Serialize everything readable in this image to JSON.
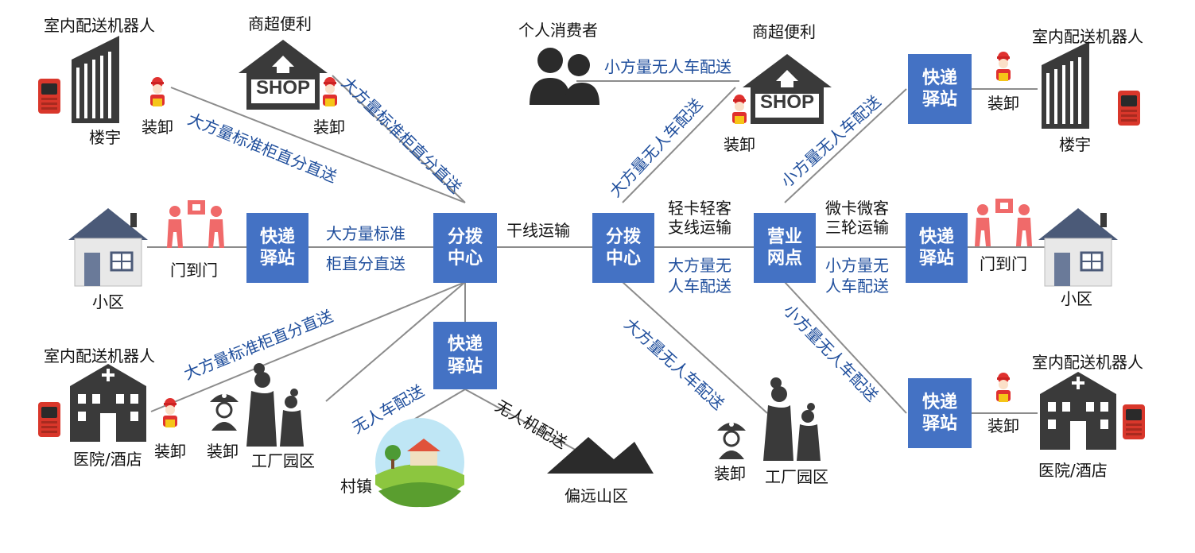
{
  "hubs": {
    "left": "分拨\n中心",
    "right": "分拨\n中心",
    "yingye": "营业\n网点"
  },
  "stations": {
    "label": "快递\n驿站"
  },
  "edges": {
    "trunk": "干线运输",
    "big_cab_line1": "大方量标准",
    "big_cab_line2": "柜直分直送",
    "big_cab_diag": "大方量标准柜直分直送",
    "unmanned_car": "无人车配送",
    "drone": "无人机配送",
    "big_unmanned": "大方量无人车配送",
    "small_unmanned": "小方量无人车配送",
    "light_truck_line1": "轻卡轻客",
    "light_truck_line2": "支线运输",
    "big_unmanned_line1": "大方量无",
    "big_unmanned_line2": "人车配送",
    "micro_line1": "微卡微客",
    "micro_line2": "三轮运输",
    "small_unmanned_line1": "小方量无",
    "small_unmanned_line2": "人车配送"
  },
  "nodes": {
    "robot": "室内配送机器人",
    "building": "楼宇",
    "loading": "装卸",
    "shop": "商超便利",
    "shop_sign": "SHOP",
    "consumer": "个人消费者",
    "door": "门到门",
    "community": "小区",
    "hospital": "医院/酒店",
    "factory": "工厂园区",
    "village": "村镇",
    "mountain": "偏远山区"
  },
  "colors": {
    "box": "#4472c4",
    "edge_text": "#1f4e9c",
    "line": "#8c8c8c",
    "icon": "#3a3a3a",
    "worker_red": "#e0312f",
    "worker_yellow": "#f5c518",
    "delivery_pink": "#f06a6a"
  }
}
